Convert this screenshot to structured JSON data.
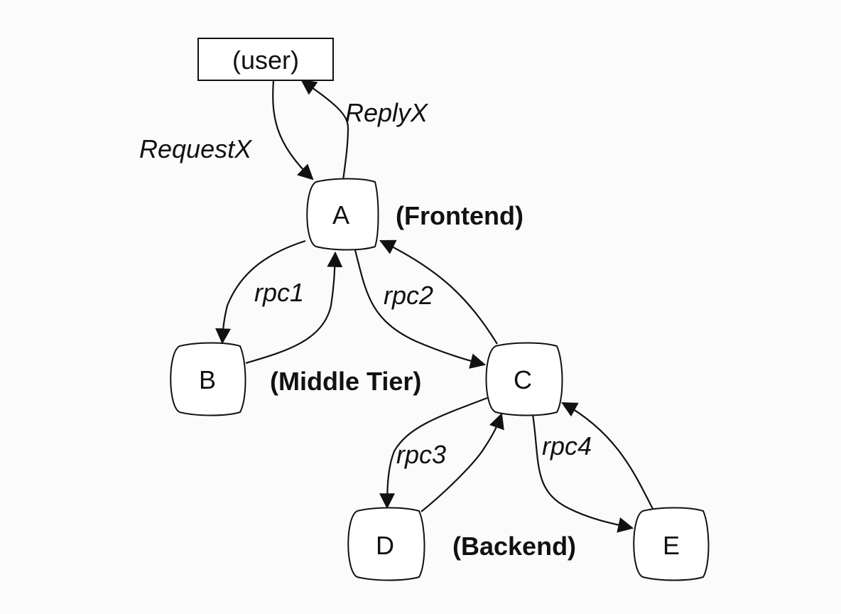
{
  "nodes": {
    "user": "(user)",
    "a": "A",
    "b": "B",
    "c": "C",
    "d": "D",
    "e": "E"
  },
  "edges": {
    "request": "RequestX",
    "reply": "ReplyX",
    "rpc1": "rpc1",
    "rpc2": "rpc2",
    "rpc3": "rpc3",
    "rpc4": "rpc4"
  },
  "tiers": {
    "frontend": "(Frontend)",
    "middle": "(Middle Tier)",
    "backend": "(Backend)"
  }
}
